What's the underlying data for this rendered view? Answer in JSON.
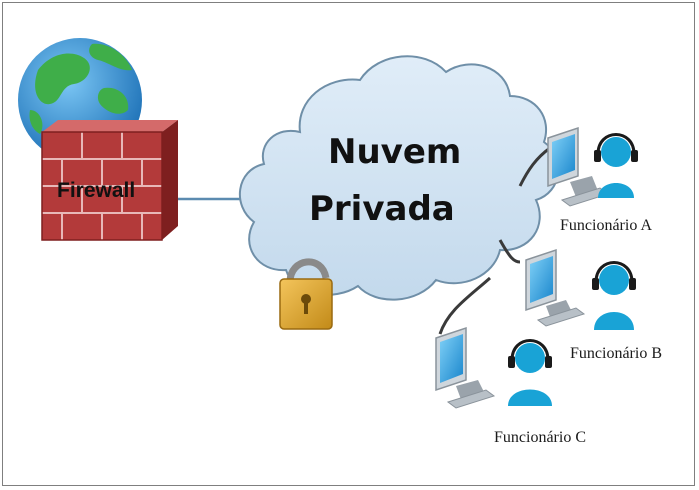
{
  "firewall": {
    "label": "Firewall",
    "icons": [
      "globe-icon",
      "brick-wall-icon"
    ],
    "colors": {
      "brick": "#b33a3a",
      "globe_ocean": "#2e8fd6",
      "globe_land": "#3fae49"
    }
  },
  "cloud": {
    "title_line1": "Nuvem",
    "title_line2": "Privada",
    "icon": "padlock-icon",
    "colors": {
      "fill": "#cfe3f3",
      "stroke": "#6f8fa8"
    }
  },
  "employees": [
    {
      "label": "Funcionário A",
      "icons": [
        "computer-icon",
        "headset-user-icon"
      ]
    },
    {
      "label": "Funcionário B",
      "icons": [
        "computer-icon",
        "headset-user-icon"
      ]
    },
    {
      "label": "Funcionário C",
      "icons": [
        "computer-icon",
        "headset-user-icon"
      ]
    }
  ],
  "colors": {
    "user": "#19a3d6",
    "monitor_screen": "#2e9fe0",
    "cable": "#3a3a3a",
    "link": "#5b8bb0"
  }
}
